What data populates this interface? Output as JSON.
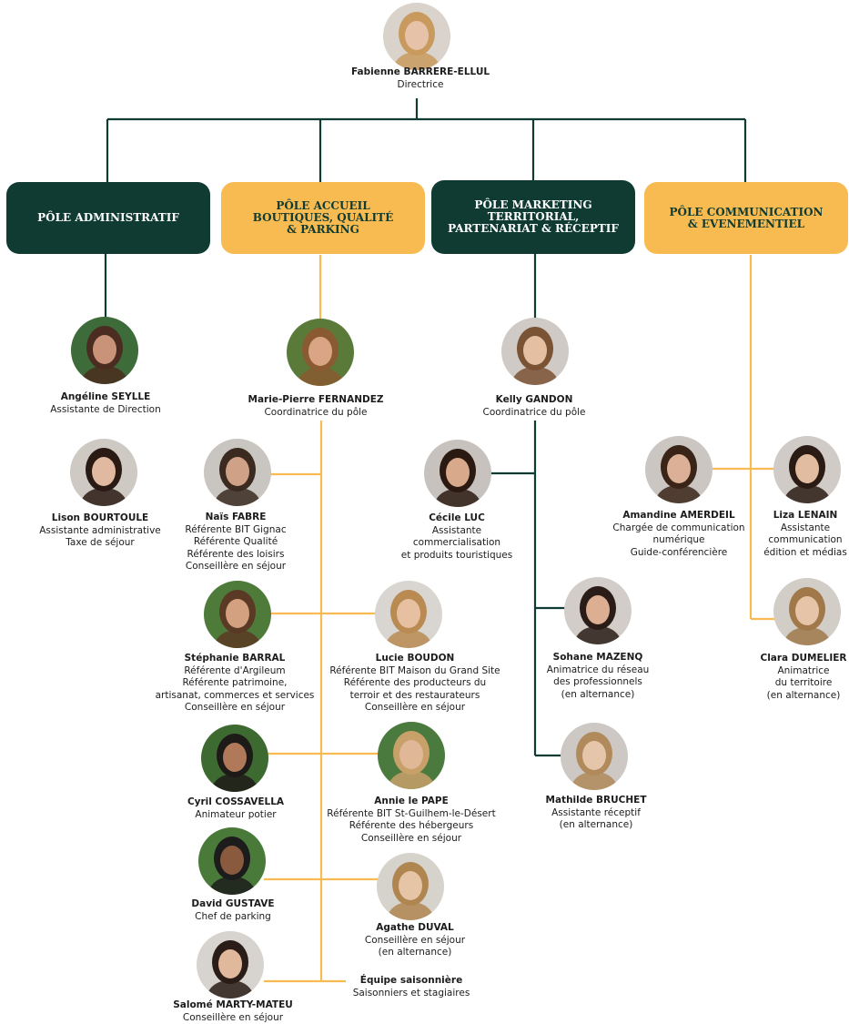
{
  "colors": {
    "dark_green": "#0f3b32",
    "amber": "#f7bb52"
  },
  "director": {
    "name": "Fabienne BARRERE-ELLUL",
    "roles": [
      "Directrice"
    ]
  },
  "poles": [
    {
      "label": "PÔLE ADMINISTRATIF",
      "style": "dark"
    },
    {
      "label": "PÔLE ACCUEIL\nBOUTIQUES, QUALITÉ\n& PARKING",
      "style": "amber"
    },
    {
      "label": "PÔLE MARKETING\nTERRITORIAL,\nPARTENARIAT & RÉCEPTIF",
      "style": "dark"
    },
    {
      "label": "PÔLE COMMUNICATION\n& EVENEMENTIEL",
      "style": "amber"
    }
  ],
  "people": {
    "seylle": {
      "name": "Angéline SEYLLE",
      "roles": [
        "Assistante de Direction"
      ]
    },
    "bourtoule": {
      "name": "Lison BOURTOULE",
      "roles": [
        "Assistante administrative",
        "Taxe de séjour"
      ]
    },
    "fernandez": {
      "name": "Marie-Pierre FERNANDEZ",
      "roles": [
        "Coordinatrice du pôle"
      ]
    },
    "fabre": {
      "name": "Naïs FABRE",
      "roles": [
        "Référente BIT Gignac",
        "Référente Qualité",
        "Référente des loisirs",
        "Conseillère en séjour"
      ]
    },
    "barral": {
      "name": "Stéphanie BARRAL",
      "roles": [
        "Référente d'Argileum",
        "Référente patrimoine,",
        "artisanat, commerces et services",
        "Conseillère en séjour"
      ]
    },
    "boudon": {
      "name": "Lucie BOUDON",
      "roles": [
        "Référente BIT Maison du Grand Site",
        "Référente des producteurs du",
        "terroir et des restaurateurs",
        "Conseillère en séjour"
      ]
    },
    "cossavella": {
      "name": "Cyril COSSAVELLA",
      "roles": [
        "Animateur potier"
      ]
    },
    "pape": {
      "name": "Annie le PAPE",
      "roles": [
        "Référente BIT St-Guilhem-le-Désert",
        "Référente des hébergeurs",
        "Conseillère en séjour"
      ]
    },
    "gustave": {
      "name": "David GUSTAVE",
      "roles": [
        "Chef de parking"
      ]
    },
    "duval": {
      "name": "Agathe DUVAL",
      "roles": [
        "Conseillère en séjour",
        "(en alternance)"
      ]
    },
    "marty": {
      "name": "Salomé MARTY-MATEU",
      "roles": [
        "Conseillère en séjour"
      ]
    },
    "equipe": {
      "name": "Équipe saisonnière",
      "roles": [
        "Saisonniers et stagiaires"
      ]
    },
    "gandon": {
      "name": "Kelly GANDON",
      "roles": [
        "Coordinatrice du pôle"
      ]
    },
    "luc": {
      "name": "Cécile LUC",
      "roles": [
        "Assistante",
        "commercialisation",
        "et produits touristiques"
      ]
    },
    "mazenq": {
      "name": "Sohane MAZENQ",
      "roles": [
        "Animatrice du réseau",
        "des professionnels",
        "(en alternance)"
      ]
    },
    "bruchet": {
      "name": "Mathilde BRUCHET",
      "roles": [
        "Assistante réceptif",
        "(en alternance)"
      ]
    },
    "amerdeil": {
      "name": "Amandine AMERDEIL",
      "roles": [
        "Chargée de communication",
        "numérique",
        "Guide-conférencière"
      ]
    },
    "lenain": {
      "name": "Liza LENAIN",
      "roles": [
        "Assistante",
        "communication",
        "édition et médias"
      ]
    },
    "dumelier": {
      "name": "Clara DUMELIER",
      "roles": [
        "Animatrice",
        "du territoire",
        "(en alternance)"
      ]
    }
  }
}
